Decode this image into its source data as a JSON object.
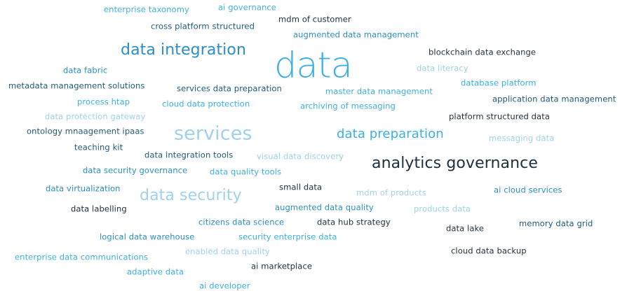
{
  "word_cloud": {
    "words": [
      {
        "text": "enterprise taxonomy",
        "size": "s",
        "color": "sky"
      },
      {
        "text": "ai governance",
        "size": "s",
        "color": "sky"
      },
      {
        "text": "mdm of customer",
        "size": "s",
        "color": "dark"
      },
      {
        "text": "cross platform structured",
        "size": "s",
        "color": "navy"
      },
      {
        "text": "augmented data management",
        "size": "s",
        "color": "blue"
      },
      {
        "text": "data integration",
        "size": "l",
        "color": "blue"
      },
      {
        "text": "data",
        "size": "xxl",
        "color": "sky"
      },
      {
        "text": "blockchain data exchange",
        "size": "s",
        "color": "dark"
      },
      {
        "text": "data fabric",
        "size": "s",
        "color": "blue"
      },
      {
        "text": "data literacy",
        "size": "s",
        "color": "pale"
      },
      {
        "text": "database platform",
        "size": "s",
        "color": "sky"
      },
      {
        "text": "metadata management solutions",
        "size": "s",
        "color": "navy"
      },
      {
        "text": "services data preparation",
        "size": "s",
        "color": "navy"
      },
      {
        "text": "master data management",
        "size": "s",
        "color": "sky"
      },
      {
        "text": "application data management",
        "size": "s",
        "color": "navy"
      },
      {
        "text": "process htap",
        "size": "s",
        "color": "sky"
      },
      {
        "text": "cloud data protection",
        "size": "s",
        "color": "sky"
      },
      {
        "text": "archiving of messaging",
        "size": "s",
        "color": "sky"
      },
      {
        "text": "data protection gateway",
        "size": "s",
        "color": "pale"
      },
      {
        "text": "platform structured data",
        "size": "s",
        "color": "dark"
      },
      {
        "text": "ontology mnaagement ipaas",
        "size": "s",
        "color": "navy"
      },
      {
        "text": "services",
        "size": "xl",
        "color": "pale"
      },
      {
        "text": "data preparation",
        "size": "m",
        "color": "sky"
      },
      {
        "text": "messaging data",
        "size": "s",
        "color": "pale"
      },
      {
        "text": "teaching kit",
        "size": "s",
        "color": "navy"
      },
      {
        "text": "data integration tools",
        "size": "s",
        "color": "navy"
      },
      {
        "text": "visual data discovery",
        "size": "s",
        "color": "pale"
      },
      {
        "text": "analytics governance",
        "size": "l",
        "color": "dark"
      },
      {
        "text": "data security governance",
        "size": "s",
        "color": "blue"
      },
      {
        "text": "data quality tools",
        "size": "s",
        "color": "sky"
      },
      {
        "text": "data virtualization",
        "size": "s",
        "color": "blue"
      },
      {
        "text": "small data",
        "size": "s",
        "color": "dark"
      },
      {
        "text": "data security",
        "size": "l",
        "color": "pale"
      },
      {
        "text": "mdm of products",
        "size": "s",
        "color": "pale"
      },
      {
        "text": "ai cloud services",
        "size": "s",
        "color": "blue"
      },
      {
        "text": "data labelling",
        "size": "s",
        "color": "dark"
      },
      {
        "text": "augmented data quality",
        "size": "s",
        "color": "blue"
      },
      {
        "text": "products data",
        "size": "s",
        "color": "pale"
      },
      {
        "text": "citizens data science",
        "size": "s",
        "color": "blue"
      },
      {
        "text": "data hub strategy",
        "size": "s",
        "color": "dark"
      },
      {
        "text": "memory data grid",
        "size": "s",
        "color": "navy"
      },
      {
        "text": "data lake",
        "size": "s",
        "color": "dark"
      },
      {
        "text": "logical data warehouse",
        "size": "s",
        "color": "blue"
      },
      {
        "text": "security enterprise data",
        "size": "s",
        "color": "sky"
      },
      {
        "text": "enabled data quality",
        "size": "s",
        "color": "pale"
      },
      {
        "text": "cloud data backup",
        "size": "s",
        "color": "dark"
      },
      {
        "text": "enterprise data communications",
        "size": "s",
        "color": "sky"
      },
      {
        "text": "ai marketplace",
        "size": "s",
        "color": "dark"
      },
      {
        "text": "adaptive data",
        "size": "s",
        "color": "sky"
      },
      {
        "text": "ai developer",
        "size": "s",
        "color": "sky"
      }
    ],
    "colors": {
      "dark": "#1e2f3d",
      "navy": "#1f5a7a",
      "blue": "#2a8fc5",
      "sky": "#3cb0e3",
      "pale": "#9fd2ec"
    }
  }
}
